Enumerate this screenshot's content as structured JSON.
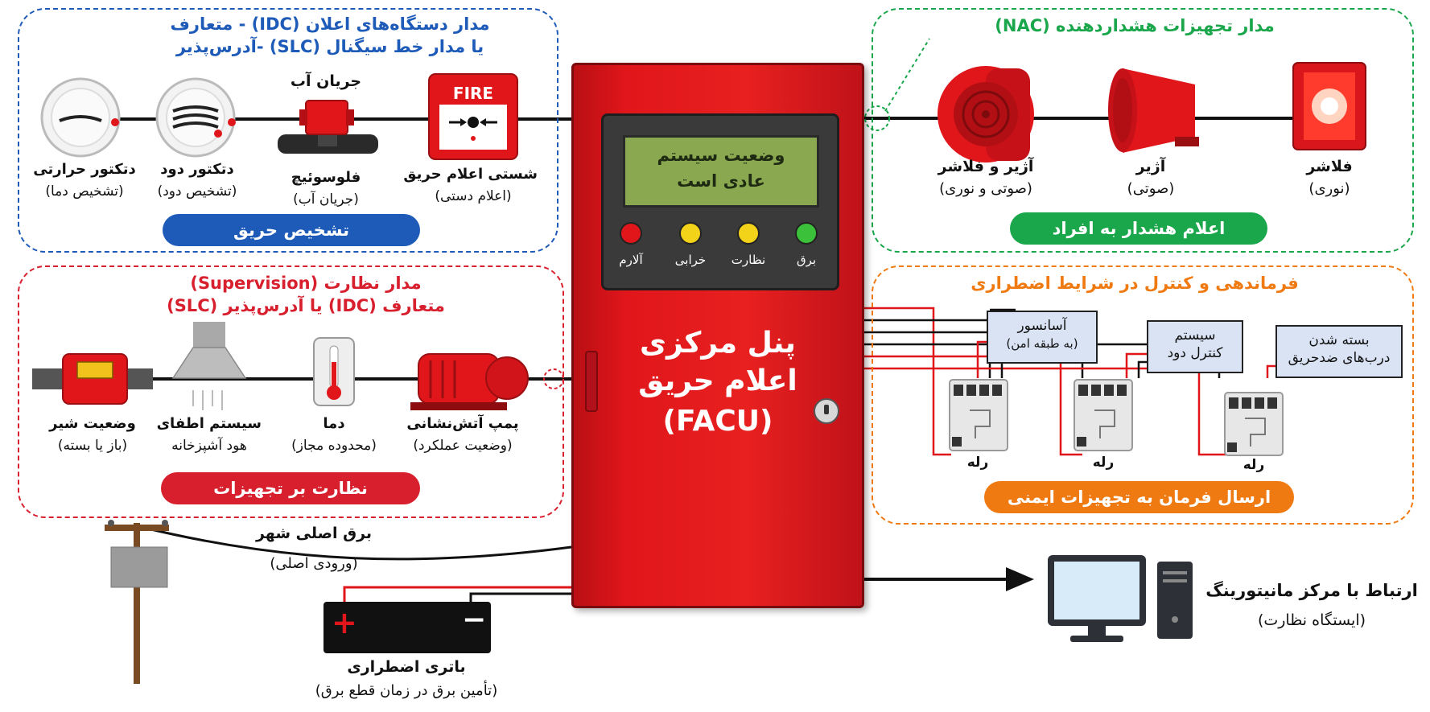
{
  "detection": {
    "title_line1": "مدار دستگاه‌های اعلان (IDC) - متعارف",
    "title_line2": "یا مدار خط سیگنال (SLC) -آدرس‌پذیر",
    "devices": [
      {
        "name": "دتکتور حرارتی",
        "sub": "(تشخیص دما)"
      },
      {
        "name": "دتکتور دود",
        "sub": "(تشخیص دود)"
      },
      {
        "name": "فلوسوئیچ",
        "sub": "(جریان آب)",
        "top": "جریان آب"
      },
      {
        "name": "شستی اعلام حریق",
        "sub": "(اعلام دستی)",
        "sign": "FIRE"
      }
    ],
    "pill": "تشخیص حریق",
    "color": "#1e5bb8"
  },
  "notification": {
    "title": "مدار تجهیزات هشداردهنده (NAC)",
    "devices": [
      {
        "name": "آژیر و فلاشر",
        "sub": "(صوتی و نوری)"
      },
      {
        "name": "آژیر",
        "sub": "(صوتی)"
      },
      {
        "name": "فلاشر",
        "sub": "(نوری)"
      }
    ],
    "pill": "اعلام هشدار به افراد",
    "color": "#1aa64a"
  },
  "supervision": {
    "title_line1": "مدار نظارت (Supervision)",
    "title_line2": "متعارف (IDC) یا آدرس‌پذیر (SLC)",
    "devices": [
      {
        "name": "وضعیت شیر",
        "sub": "(باز یا بسته)"
      },
      {
        "name": "سیستم اطفای",
        "sub": "هود آشپزخانه"
      },
      {
        "name": "دما",
        "sub": "(محدوده مجاز)"
      },
      {
        "name": "پمپ آتش‌نشانی",
        "sub": "(وضعیت عملکرد)"
      }
    ],
    "pill": "نظارت بر تجهیزات",
    "color": "#d81f2e"
  },
  "control": {
    "title": "فرماندهی و کنترل در شرایط اضطراری",
    "boxes": [
      {
        "line1": "آسانسور",
        "line2": "(به طبقه امن)"
      },
      {
        "line1": "سیستم",
        "line2": "کنترل دود"
      },
      {
        "line1": "بسته شدن",
        "line2": "درب‌های ضدحریق"
      }
    ],
    "relay_label": "رله",
    "pill": "ارسال فرمان به تجهیزات ایمنی",
    "color": "#f07a12"
  },
  "panel": {
    "display_line1": "وضعیت سیستم",
    "display_line2": "عادی است",
    "leds": [
      {
        "label": "آلارم",
        "color": "#e0161b"
      },
      {
        "label": "خرابی",
        "color": "#f3d21a"
      },
      {
        "label": "نظارت",
        "color": "#f3d21a"
      },
      {
        "label": "برق",
        "color": "#3cc23a"
      }
    ],
    "title_line1": "پنل مرکزی",
    "title_line2": "اعلام حریق",
    "title_line3": "(FACU)",
    "body_color": "#d8161b"
  },
  "power": {
    "main_label": "برق اصلی شهر",
    "main_sub": "(ورودی اصلی)",
    "battery_label": "باتری اضطراری",
    "battery_sub": "(تأمین برق در زمان قطع برق)",
    "plus": "+",
    "minus": "−"
  },
  "monitoring": {
    "label": "ارتباط با مرکز مانیتورینگ",
    "sub": "(ایستگاه نظارت)"
  }
}
